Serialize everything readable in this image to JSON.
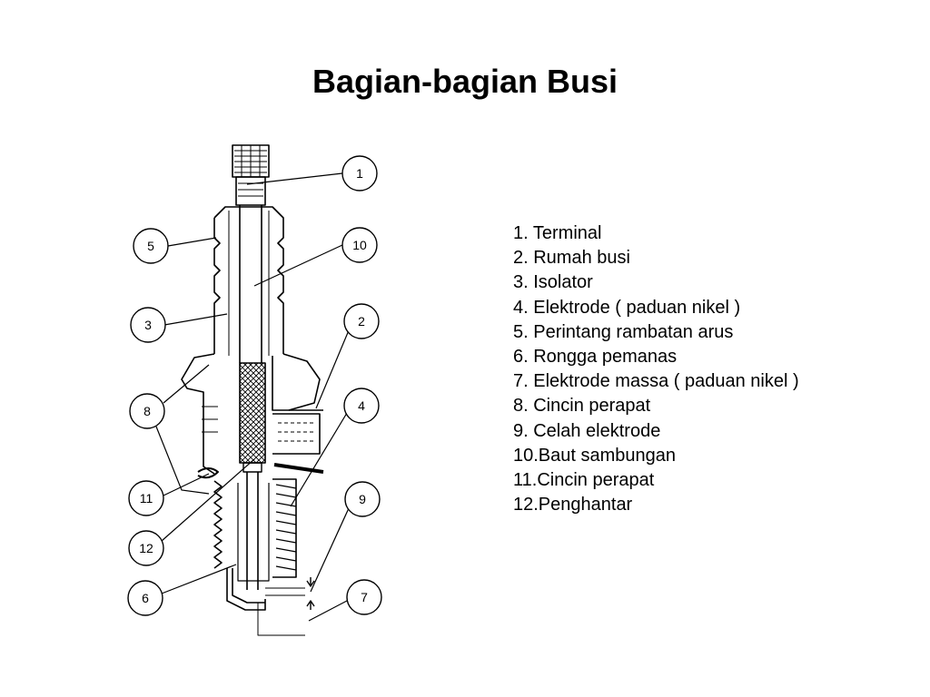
{
  "title": "Bagian-bagian Busi",
  "callouts": [
    {
      "id": "c1",
      "number": "1"
    },
    {
      "id": "c2",
      "number": "2"
    },
    {
      "id": "c3",
      "number": "3"
    },
    {
      "id": "c4",
      "number": "4"
    },
    {
      "id": "c5",
      "number": "5"
    },
    {
      "id": "c6",
      "number": "6"
    },
    {
      "id": "c7",
      "number": "7"
    },
    {
      "id": "c8",
      "number": "8"
    },
    {
      "id": "c9",
      "number": "9"
    },
    {
      "id": "c10",
      "number": "10"
    },
    {
      "id": "c11",
      "number": "11"
    },
    {
      "id": "c12",
      "number": "12"
    }
  ],
  "legend": [
    "1. Terminal",
    "2. Rumah busi",
    "3. Isolator",
    "4. Elektrode ( paduan nikel )",
    "5. Perintang rambatan arus",
    "6. Rongga pemanas",
    "7. Elektrode massa ( paduan nikel )",
    "8. Cincin perapat",
    "9. Celah elektrode",
    "10.Baut sambungan",
    "11.Cincin perapat",
    "12.Penghantar"
  ]
}
